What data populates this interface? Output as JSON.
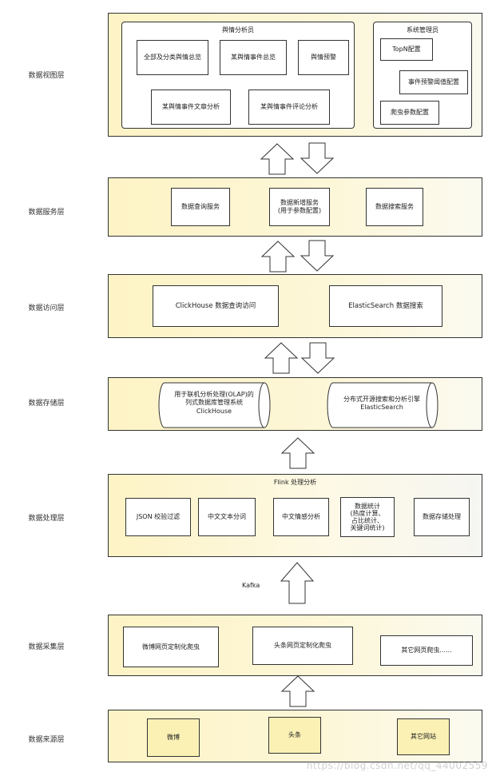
{
  "layers": {
    "view": "数据视图层",
    "service": "数据服务层",
    "access": "数据访问层",
    "storage": "数据存储层",
    "processing": "数据处理层",
    "collection": "数据采集层",
    "source": "数据来源层"
  },
  "view": {
    "analyst_title": "舆情分析员",
    "analyst_items": [
      "全部及分类舆情总览",
      "某舆情事件总览",
      "舆情预警",
      "某舆情事件文章分析",
      "某舆情事件评论分析"
    ],
    "admin_title": "系统管理员",
    "admin_items": [
      "TopN配置",
      "事件预警阈值配置",
      "爬虫参数配置"
    ]
  },
  "service": {
    "items": [
      "数据查询服务",
      "数据新增服务\n(用于参数配置)",
      "数据搜索服务"
    ]
  },
  "access": {
    "items": [
      "ClickHouse 数据查询访问",
      "ElasticSearch 数据搜索"
    ]
  },
  "storage": {
    "clickhouse": "用于联机分析处理(OLAP)的\n列式数据库管理系统\nClickHouse",
    "elasticsearch": "分布式开源搜索和分析引擎\nElasticSearch"
  },
  "processing": {
    "title": "Flink 处理分析",
    "items": [
      "JSON 校验过滤",
      "中文文本分词",
      "中文情感分析",
      "数据统计\n(热度计算、\n占比统计、\n关键词统计)",
      "数据存储处理"
    ]
  },
  "kafka": "Kafka",
  "collection": {
    "items": [
      "微博网页定制化爬虫",
      "头条网页定制化爬虫",
      "其它网页爬虫......"
    ]
  },
  "source": {
    "items": [
      "微博",
      "头条",
      "其它网站"
    ]
  },
  "watermark": "https://blog.csdn.net/qq_44002559",
  "colors": {
    "layer_fill": "#fdf3c5",
    "box_yellow": "#fbf1b5",
    "border": "#333333"
  }
}
